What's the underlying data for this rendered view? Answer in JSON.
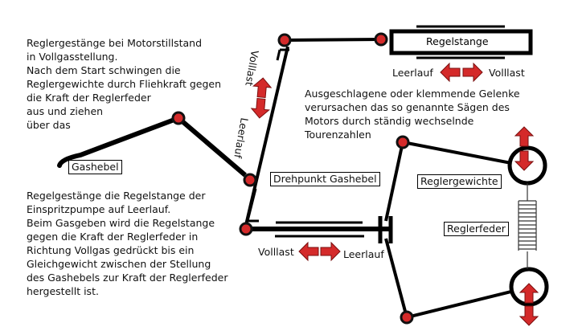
{
  "left_text_top": [
    "Reglergestänge bei Motorstillstand",
    "in Vollgasstellung.",
    "Nach dem Start schwingen die",
    "Reglergewichte durch Fliehkraft gegen",
    "die Kraft der Reglerfeder",
    "aus und ziehen",
    "über das"
  ],
  "left_text_bottom": [
    "Regelgestänge die Regelstange der",
    "Einspritzpumpe auf Leerlauf.",
    "Beim Gasgeben wird die Regelstange",
    "gegen die Kraft der Reglerfeder in",
    "Richtung Vollgas gedrückt bis ein",
    "Gleichgewicht zwischen der Stellung",
    "des Gashebels zur Kraft der Reglerfeder",
    "hergestellt ist."
  ],
  "right_text": [
    "Ausgeschlagene oder klemmende Gelenke",
    "verursachen das so genannte Sägen des",
    "Motors durch ständig wechselnde",
    "Tourenzahlen"
  ],
  "labels": {
    "gashebel": "Gashebel",
    "drehpunkt": "Drehpunkt Gashebel",
    "regelstange": "Regelstange",
    "reglergewichte": "Reglergewichte",
    "reglerfeder": "Reglerfeder",
    "top_leerlauf": "Leerlauf",
    "top_volllast": "Volllast",
    "lever_volllast": "Volllast",
    "lever_leerlauf": "Leerlauf",
    "rod_volllast": "Volllast",
    "rod_leerlauf": "Leerlauf"
  },
  "colors": {
    "joint": "#d42a2a",
    "arrow": "#d42a2a",
    "link": "#000000"
  }
}
